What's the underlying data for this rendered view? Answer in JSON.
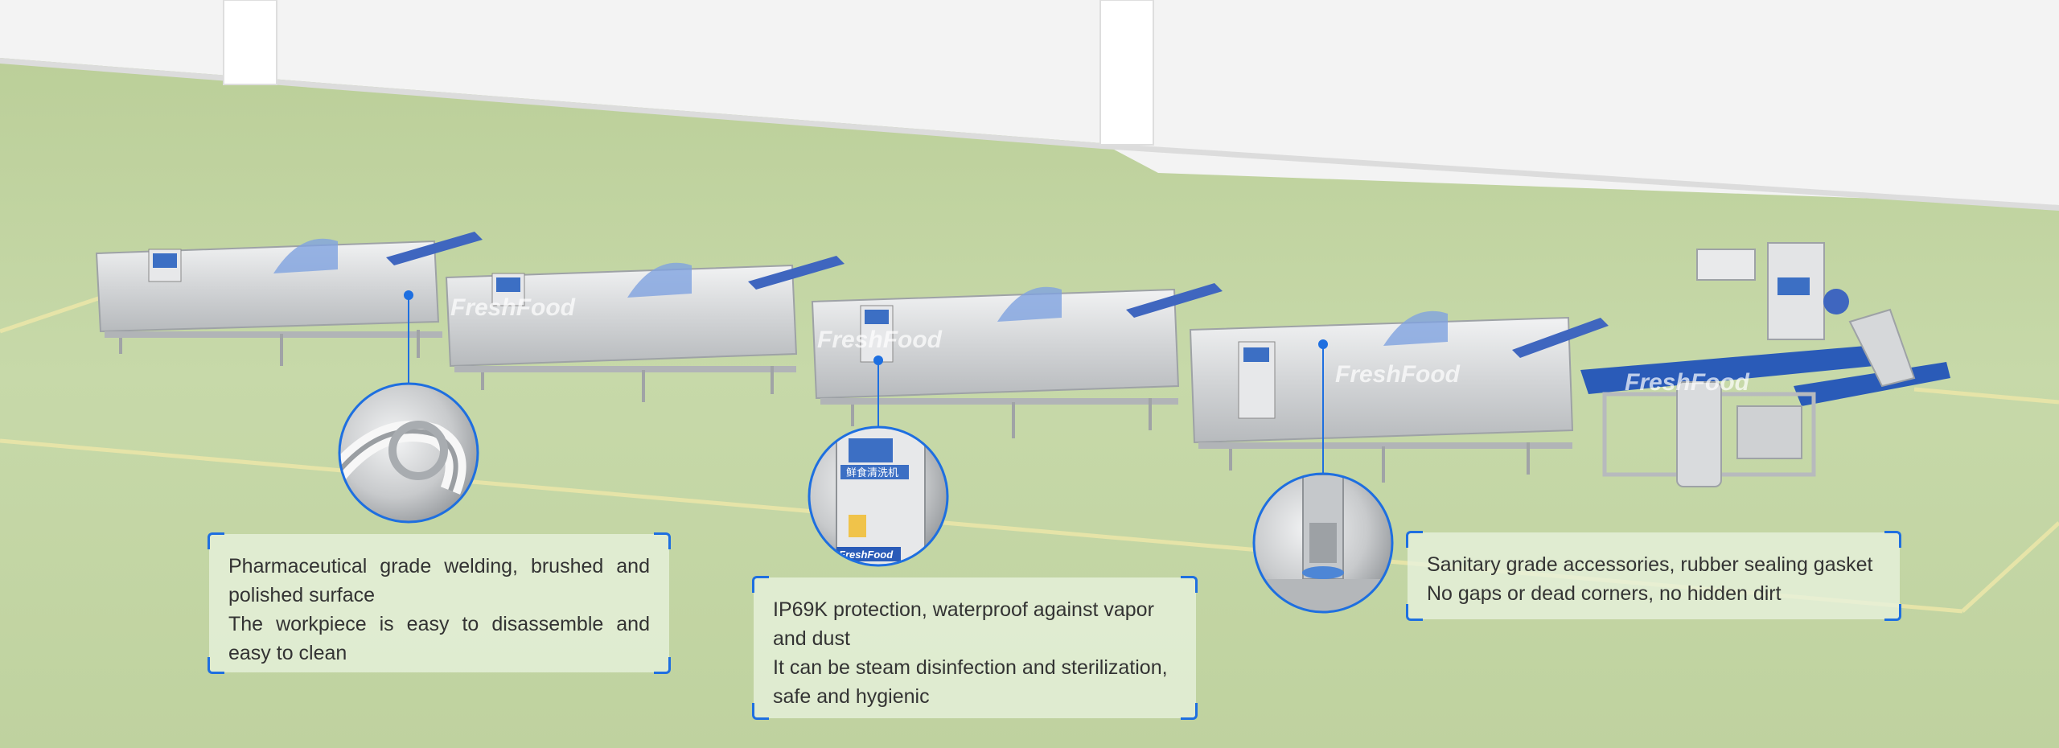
{
  "watermarks": [
    "FreshFood",
    "FreshFood",
    "FreshFood",
    "FreshFood"
  ],
  "zoom_badge": "FreshFood",
  "panel_labels": {
    "cn": "鲜食清洗机",
    "brand": "FreshFood"
  },
  "callouts": [
    {
      "line1": "Pharmaceutical grade welding, brushed and polished surface",
      "line2": "The workpiece is easy to disassemble and easy to clean"
    },
    {
      "line1": "IP69K protection, waterproof against vapor and dust",
      "line2": "It can be steam disinfection and sterilization, safe and hygienic"
    },
    {
      "line1": "Sanitary grade accessories, rubber sealing gasket",
      "line2": "No gaps or dead corners, no hidden dirt"
    }
  ],
  "colors": {
    "accent": "#1e6fe0",
    "floor": "#c2d4a2",
    "wall": "#f2f2f2",
    "machine": "#d9dadb",
    "belt": "#2a5bb8"
  }
}
